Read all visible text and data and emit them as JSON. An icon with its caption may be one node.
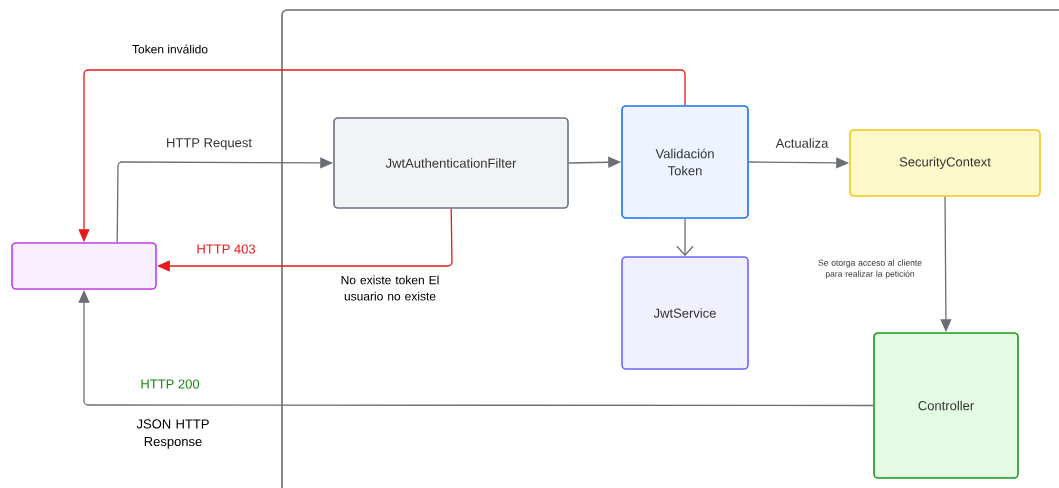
{
  "diagram": {
    "nodes": [
      {
        "text": [],
        "shape": "box"
      },
      {
        "text": [
          "JwtAuthenticationFilter"
        ]
      },
      {
        "text": [
          "Validación Token"
        ]
      },
      {
        "text": [
          "SecurityContext"
        ]
      },
      {
        "text": [
          "JwtService"
        ]
      },
      {
        "text": [
          "Controller"
        ]
      }
    ],
    "edges": [
      {
        "from": 2,
        "to": 0,
        "arrow": "to",
        "label": "Token inválido",
        "color": "#e8191b"
      },
      {
        "from": 0,
        "to": 1,
        "arrow": "to",
        "label": "HTTP Request"
      },
      {
        "from": 1,
        "to": 0,
        "arrow": "to",
        "label": "HTTP 403",
        "color": "#e8191b"
      },
      {
        "from": 1,
        "to": 2,
        "arrow": "to"
      },
      {
        "from": 2,
        "to": 3,
        "arrow": "to",
        "label": "Actualiza"
      },
      {
        "from": 2,
        "to": 4,
        "arrow": "to"
      },
      {
        "from": 3,
        "to": 5,
        "arrow": "to",
        "label": "Se otorga acceso al cliente para realizar la petición"
      },
      {
        "from": 5,
        "to": 0,
        "arrow": "to",
        "label": "HTTP 200"
      }
    ],
    "labels": [
      "No existe token El usuario no existe",
      "JSON HTTP Response"
    ]
  }
}
